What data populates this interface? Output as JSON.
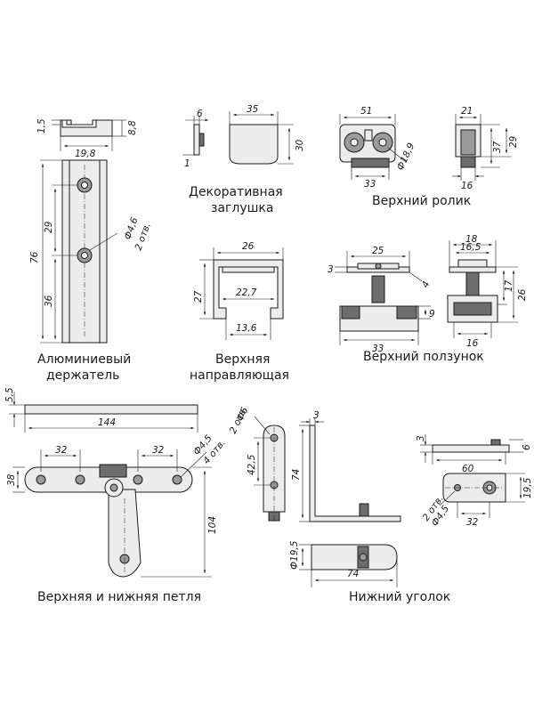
{
  "captions": {
    "holder": [
      "Алюминиевый",
      "держатель"
    ],
    "plug": [
      "Декоративная",
      "заглушка"
    ],
    "roller": [
      "Верхний ролик"
    ],
    "guide": [
      "Верхняя",
      "направляющая"
    ],
    "slider": [
      "Верхний ползунок"
    ],
    "hinge": [
      "Верхняя и нижняя петля"
    ],
    "corner": [
      "Нижний уголок"
    ]
  },
  "dims": {
    "holder": {
      "d1": "1,5",
      "d2": "19,8",
      "d3": "8,8",
      "d4": "76",
      "d5": "29",
      "d6": "36",
      "d7": "Ф4,6",
      "d8": "2 отв."
    },
    "plug": {
      "d1": "6",
      "d2": "35",
      "d3": "30",
      "d4": "1"
    },
    "roller": {
      "d1": "51",
      "d2": "Ф18,9",
      "d3": "33",
      "d4": "21",
      "d5": "37",
      "d6": "29",
      "d7": "16"
    },
    "guide": {
      "d1": "26",
      "d2": "27",
      "d3": "22,7",
      "d4": "13,6"
    },
    "slider": {
      "d1": "25",
      "d2": "3",
      "d3": "4",
      "d4": "9",
      "d5": "33",
      "d6": "18",
      "d7": "16,5",
      "d8": "17",
      "d9": "26",
      "d10": "16"
    },
    "hinge": {
      "d1": "5,5",
      "d2": "144",
      "d3": "32",
      "d4": "32",
      "d5": "Ф4,5",
      "d6": "4 отв.",
      "d7": "38",
      "d8": "104"
    },
    "corner": {
      "d1": "Ф6",
      "d2": "2 отв.",
      "d3": "42,5",
      "d4": "3",
      "d5": "74",
      "d6": "3",
      "d7": "60",
      "d8": "6",
      "d9": "Ф4,5",
      "d10": "2 отв.",
      "d11": "32",
      "d12": "19,5",
      "d13": "Ф19,5",
      "d14": "74"
    }
  }
}
